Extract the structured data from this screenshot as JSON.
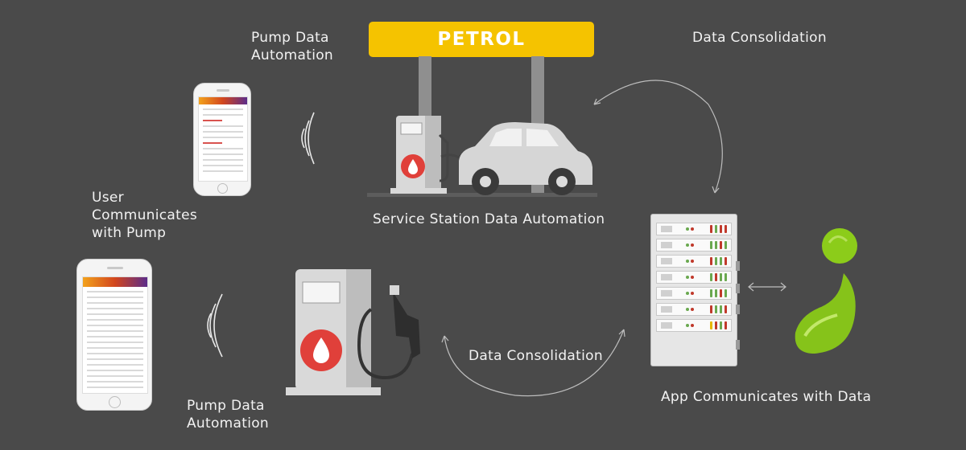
{
  "labels": {
    "pump_data_automation_top": "Pump Data\nAutomation",
    "data_consolidation_top": "Data Consolidation",
    "user_communicates": "User\nCommunicates\nwith Pump",
    "service_station": "Service Station Data Automation",
    "data_consolidation_bottom": "Data Consolidation",
    "app_communicates": "App Communicates with Data",
    "pump_data_automation_bottom": "Pump Data\nAutomation"
  },
  "sign": {
    "text": "PETROL"
  },
  "colors": {
    "background": "#4a4a4a",
    "sign_yellow": "#f5c300",
    "pump_gray": "#d8d8d8",
    "drop_red": "#e0403a",
    "brand_green": "#8ccc1a"
  },
  "icons": [
    "petrol-sign",
    "fuel-pump-icon",
    "car-icon",
    "smartphone-icon",
    "wifi-signal-icon",
    "server-rack-icon",
    "brand-logo-icon",
    "double-arrow-icon"
  ]
}
